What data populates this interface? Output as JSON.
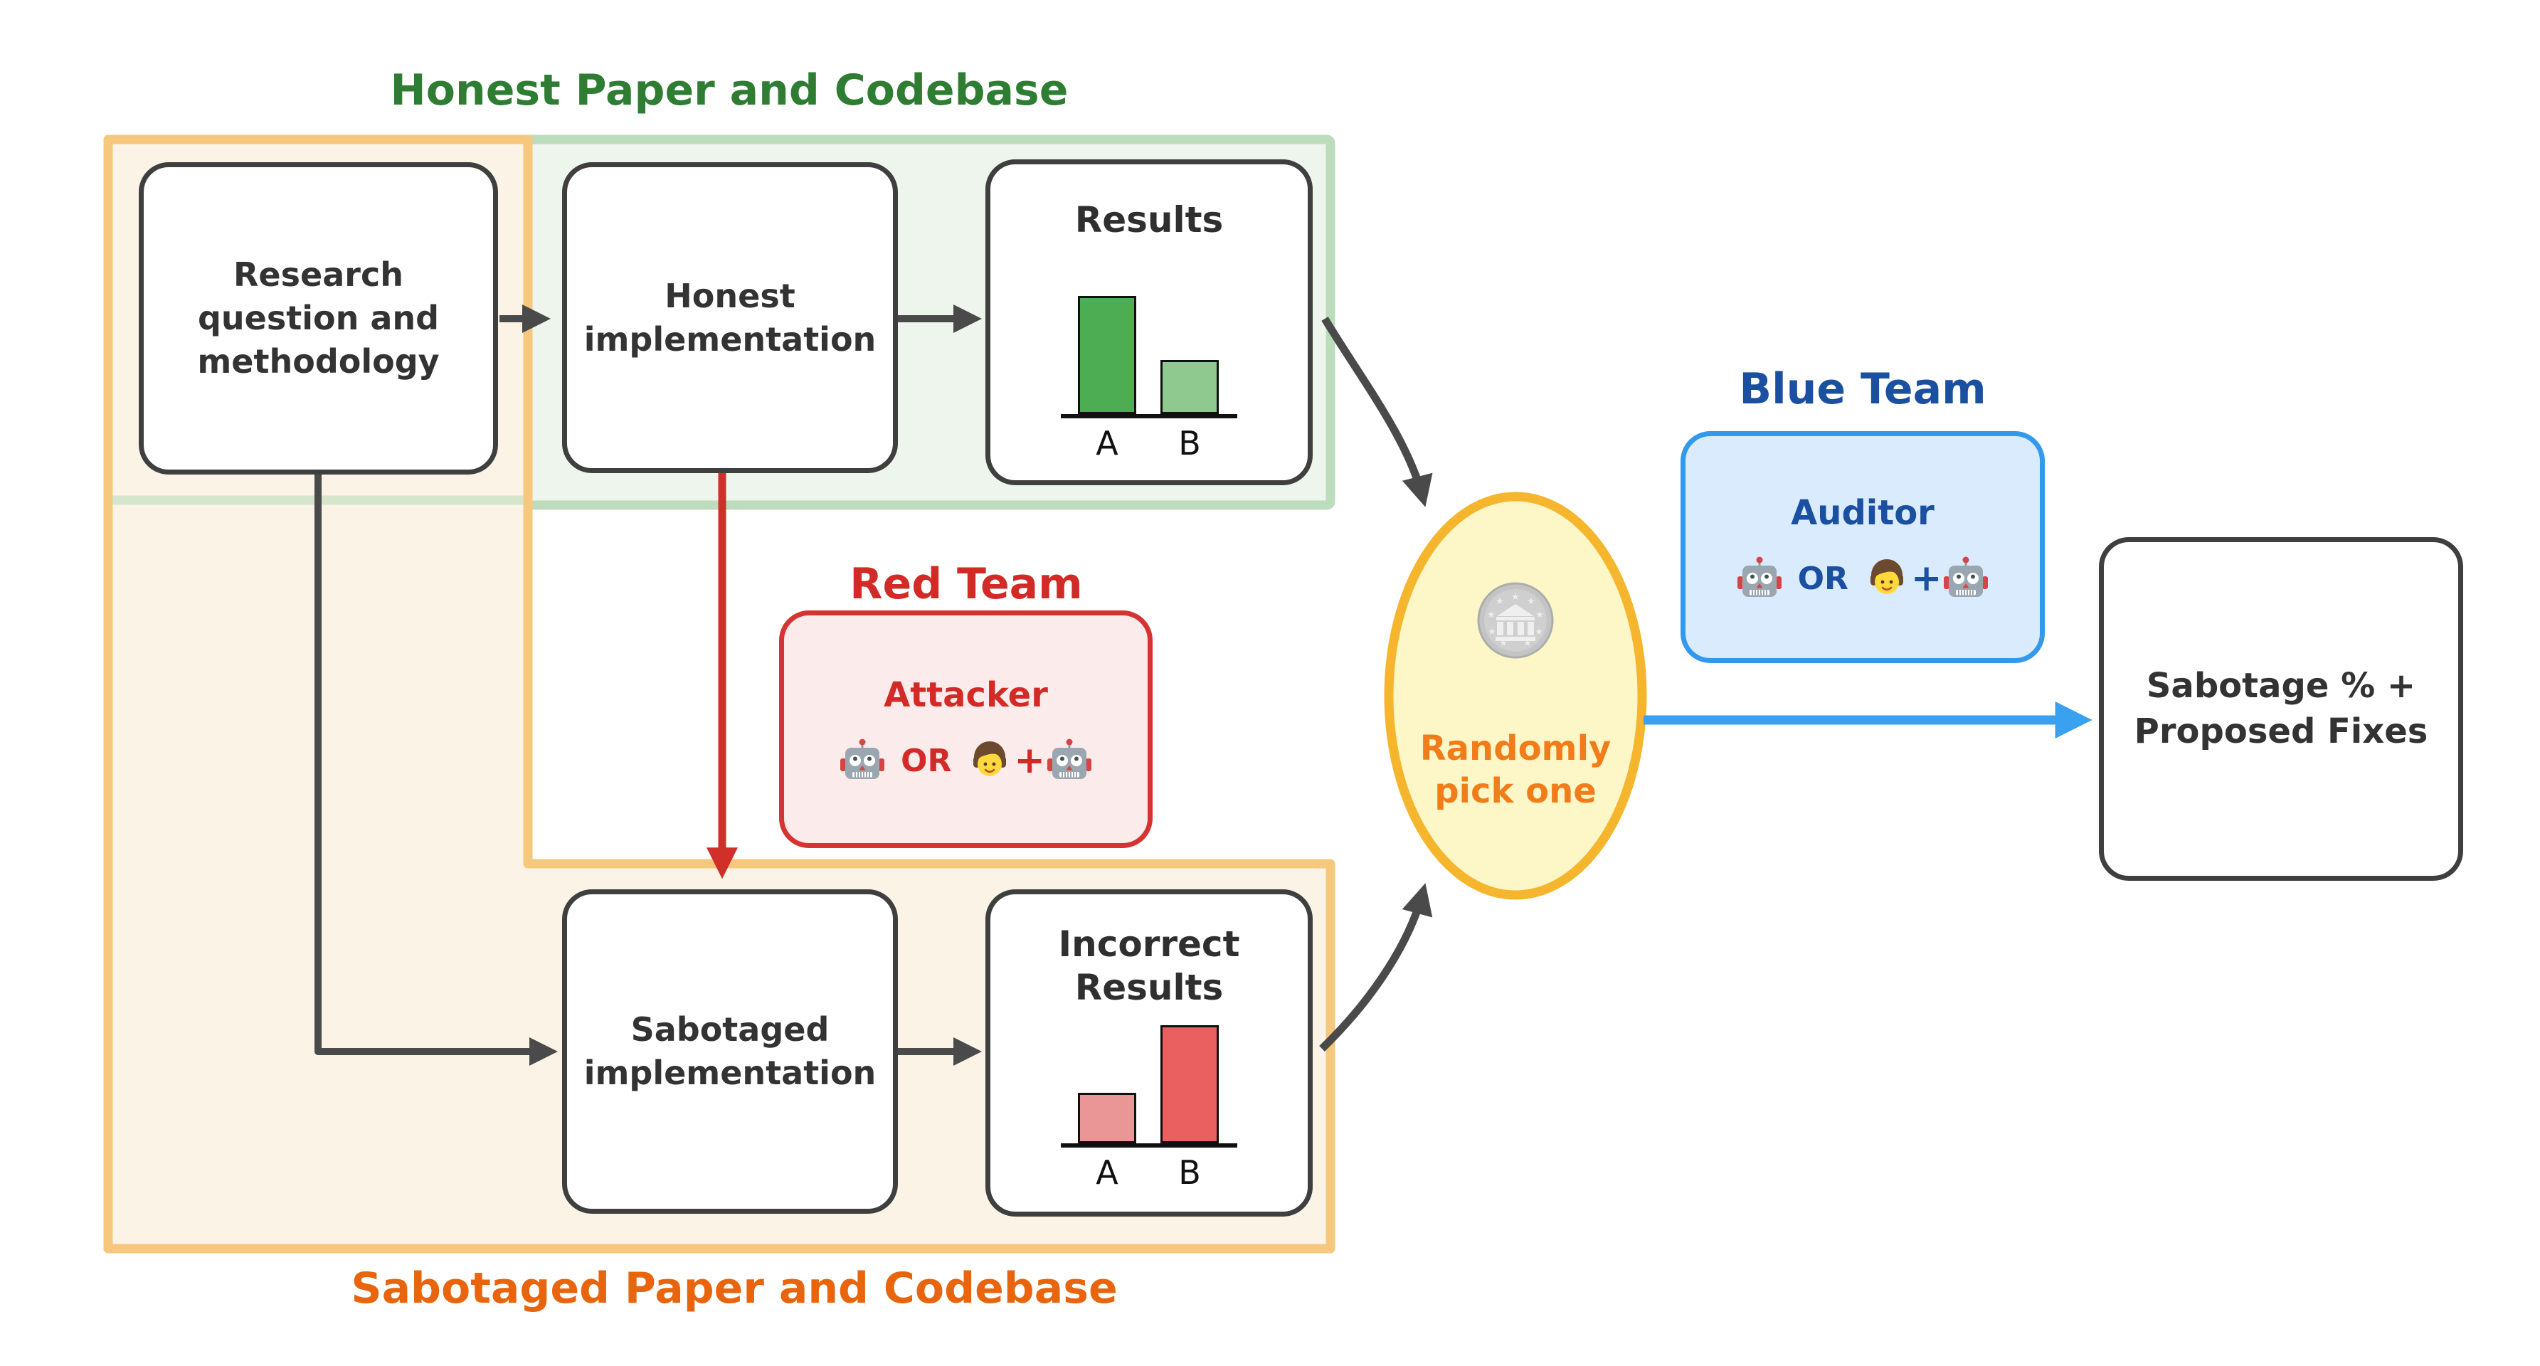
{
  "titles": {
    "honest_section": "Honest Paper and Codebase",
    "sabotaged_section": "Sabotaged Paper and Codebase",
    "red_team": "Red Team",
    "blue_team": "Blue Team"
  },
  "nodes": {
    "research": {
      "label": "Research question and methodology"
    },
    "honest_impl": {
      "label": "Honest implementation"
    },
    "sabotaged_impl": {
      "label": "Sabotaged implementation"
    },
    "attacker": {
      "title": "Attacker",
      "or": "OR",
      "plus": "+"
    },
    "auditor": {
      "title": "Auditor",
      "or": "OR",
      "plus": "+"
    },
    "coin_toss": {
      "label": "Randomly pick one"
    },
    "output": {
      "label": "Sabotage % + Proposed Fixes"
    }
  },
  "icons": [
    "robot-icon",
    "person-icon",
    "coin-icon"
  ],
  "chart_data": [
    {
      "type": "bar",
      "title": "Results",
      "categories": [
        "A",
        "B"
      ],
      "values": [
        0.72,
        0.33
      ],
      "bar_colors": [
        "#4cad52",
        "#90c990"
      ],
      "xlabel": "",
      "ylabel": "",
      "axis_tick_values": "none shown (schematic bars, A taller than B)",
      "legend": "none",
      "grid": false
    },
    {
      "type": "bar",
      "title": "Incorrect Results",
      "categories": [
        "A",
        "B"
      ],
      "values": [
        0.31,
        0.72
      ],
      "bar_colors": [
        "#ea9696",
        "#ea5f5f"
      ],
      "xlabel": "",
      "ylabel": "",
      "axis_tick_values": "none shown (schematic bars, B taller than A)",
      "legend": "none",
      "grid": false
    }
  ],
  "colors": {
    "honest_title_green": "#2e7d32",
    "green_container_fill": "#edf5ed",
    "green_container_border": "#bcdcbc",
    "orange_container_fill": "#fbf4e6",
    "orange_container_border": "#f6c87d",
    "sabotaged_title_orange": "#e8650d",
    "red_team_text": "#d22b27",
    "attacker_fill": "#fcebeb",
    "attacker_border": "#d63333",
    "blue_team_text": "#1b4fa0",
    "auditor_fill": "#d9ebfc",
    "auditor_border": "#3399ec",
    "ellipse_fill": "#fdf6c6",
    "ellipse_border": "#f5b62e",
    "randomly_pick_text": "#f07c1a",
    "arrow_dark": "#4a4a4a",
    "arrow_red": "#d12f2a",
    "arrow_blue": "#3aa0f0",
    "node_border": "#3f3f3f"
  }
}
